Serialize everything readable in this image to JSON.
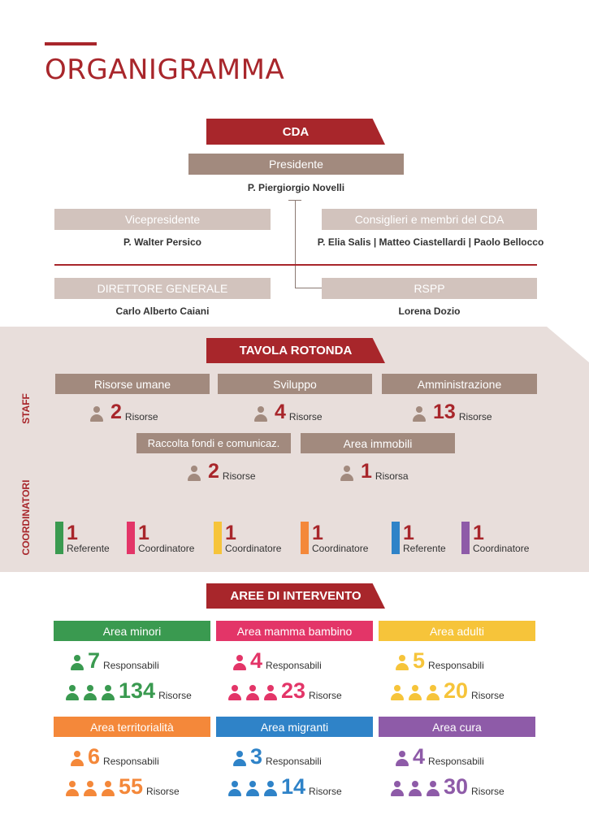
{
  "title": "ORGANIGRAMMA",
  "cda": "CDA",
  "presidente": {
    "label": "Presidente",
    "name": "P. Piergiorgio Novelli"
  },
  "vicepresidente": {
    "label": "Vicepresidente",
    "name": "P. Walter Persico"
  },
  "consiglieri": {
    "label": "Consiglieri e membri del CDA",
    "name": "P. Elia Salis | Matteo Ciastellardi | Paolo Bellocco"
  },
  "direttore": {
    "label": "DIRETTORE GENERALE",
    "name": "Carlo Alberto Caiani"
  },
  "rspp": {
    "label": "RSPP",
    "name": "Lorena Dozio"
  },
  "tavola": "TAVOLA ROTONDA",
  "staff_label": "STAFF",
  "coord_label": "COORDINATORI",
  "staff": [
    {
      "label": "Risorse umane",
      "num": "2",
      "unit": "Risorse"
    },
    {
      "label": "Sviluppo",
      "num": "4",
      "unit": "Risorse"
    },
    {
      "label": "Amministrazione",
      "num": "13",
      "unit": "Risorse"
    },
    {
      "label": "Raccolta fondi e comunicaz.",
      "num": "2",
      "unit": "Risorse"
    },
    {
      "label": "Area immobili",
      "num": "1",
      "unit": "Risorsa"
    }
  ],
  "coordinatori": [
    {
      "num": "1",
      "label": "Referente",
      "color": "#3a9a50"
    },
    {
      "num": "1",
      "label": "Coordinatore",
      "color": "#e33568"
    },
    {
      "num": "1",
      "label": "Coordinatore",
      "color": "#f6c43a"
    },
    {
      "num": "1",
      "label": "Coordinatore",
      "color": "#f4883a"
    },
    {
      "num": "1",
      "label": "Referente",
      "color": "#2f83c8"
    },
    {
      "num": "1",
      "label": "Coordinatore",
      "color": "#8e5ba8"
    }
  ],
  "aree_title": "AREE DI INTERVENTO",
  "aree": [
    {
      "label": "Area minori",
      "resp": "7",
      "resp_label": "Responsabili",
      "ris": "134",
      "ris_label": "Risorse",
      "color": "#3a9a50"
    },
    {
      "label": "Area mamma bambino",
      "resp": "4",
      "resp_label": "Responsabili",
      "ris": "23",
      "ris_label": "Risorse",
      "color": "#e33568"
    },
    {
      "label": "Area adulti",
      "resp": "5",
      "resp_label": "Responsabili",
      "ris": "20",
      "ris_label": "Risorse",
      "color": "#f6c43a"
    },
    {
      "label": "Area territorialità",
      "resp": "6",
      "resp_label": "Responsabili",
      "ris": "55",
      "ris_label": "Risorse",
      "color": "#f4883a"
    },
    {
      "label": "Area migranti",
      "resp": "3",
      "resp_label": "Responsabili",
      "ris": "14",
      "ris_label": "Risorse",
      "color": "#2f83c8"
    },
    {
      "label": "Area cura",
      "resp": "4",
      "resp_label": "Responsabili",
      "ris": "30",
      "ris_label": "Risorse",
      "color": "#8e5ba8"
    }
  ]
}
